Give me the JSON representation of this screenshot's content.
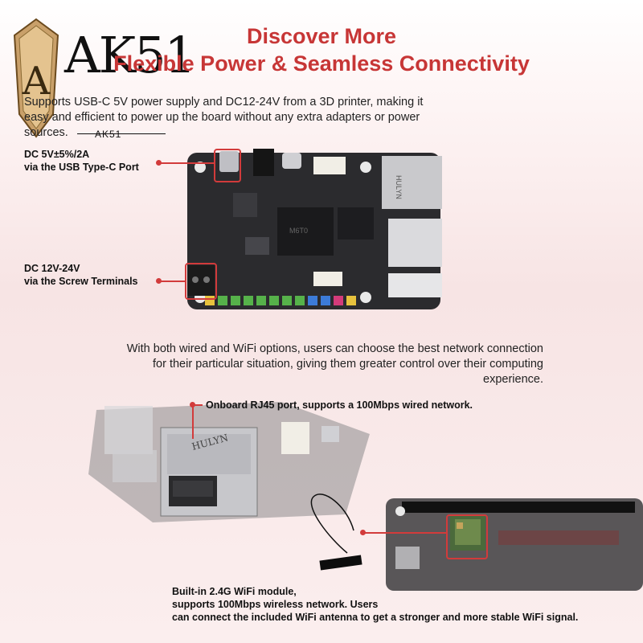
{
  "logo": {
    "text": "AK51",
    "sub_text": "AK51"
  },
  "header": {
    "title_line1": "Discover More",
    "title_line2": "Flexible Power & Seamless Connectivity"
  },
  "intro": {
    "text": "Supports USB-C 5V power supply and DC12-24V from a 3D printer, making it easy and efficient to power up the board without any extra adapters or power sources."
  },
  "callouts": {
    "usb_c": {
      "line1": "DC 5V±5%/2A",
      "line2": "via the USB Type-C Port"
    },
    "screw": {
      "line1": "DC 12V-24V",
      "line2": "via the Screw Terminals"
    },
    "rj45": {
      "text": "Onboard RJ45 port, supports a 100Mbps wired network."
    },
    "wifi": {
      "line1": "Built-in 2.4G WiFi module,",
      "line2": "supports 100Mbps wireless network. Users",
      "line3": "can connect the included WiFi antenna to get a stronger and more stable WiFi signal."
    }
  },
  "connectivity": {
    "text": "With both wired and WiFi options, users can choose the best network connection for their particular situation, giving them greater control over their computing experience."
  },
  "board_labels": {
    "rj45_brand": "HULYN",
    "chip_marking": "M6T0"
  },
  "colors": {
    "accent": "#c73636",
    "line": "#d23b3b",
    "board": "#2b2b2e"
  }
}
